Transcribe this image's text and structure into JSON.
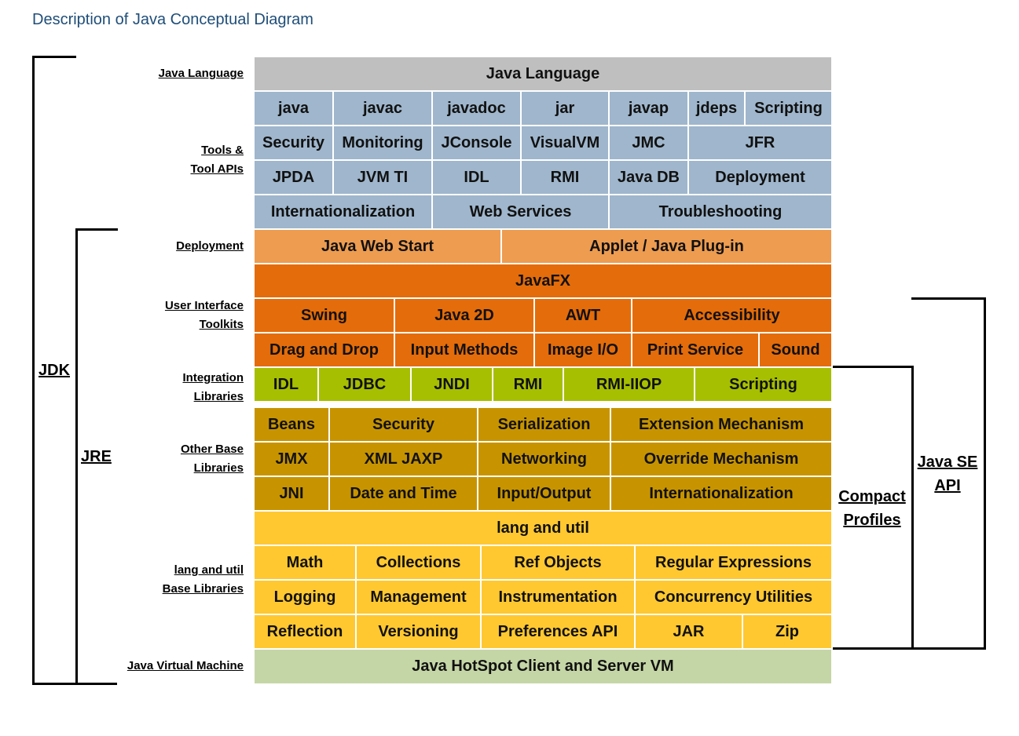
{
  "title": "Description of Java Conceptual Diagram",
  "layer_labels": {
    "java_language": "Java Language",
    "tools_1": "Tools &",
    "tools_2": "Tool APIs",
    "deployment": "Deployment",
    "ui_1": "User Interface",
    "ui_2": "Toolkits",
    "integration_1": "Integration",
    "integration_2": "Libraries",
    "other_1": "Other Base",
    "other_2": "Libraries",
    "lang_1": "lang and util",
    "lang_2": "Base Libraries",
    "jvm": "Java Virtual Machine"
  },
  "side_labels": {
    "jdk": "JDK",
    "jre": "JRE",
    "compact_1": "Compact",
    "compact_2": "Profiles",
    "javase_1": "Java SE",
    "javase_2": "API"
  },
  "colors": {
    "language": "#bfbfbf",
    "tools": "#9fb6cc",
    "deployment": "#ed9c50",
    "ui": "#e46c0a",
    "integration": "#a6bf00",
    "other": "#c79400",
    "lang": "#ffc830",
    "jvm": "#c5d6a6"
  },
  "cells": {
    "java_language": "Java Language",
    "java": "java",
    "javac": "javac",
    "javadoc": "javadoc",
    "jar": "jar",
    "javap": "javap",
    "jdeps": "jdeps",
    "scripting_tool": "Scripting",
    "security_tool": "Security",
    "monitoring": "Monitoring",
    "jconsole": "JConsole",
    "visualvm": "VisualVM",
    "jmc": "JMC",
    "jfr": "JFR",
    "jpda": "JPDA",
    "jvmti": "JVM TI",
    "idl_tool": "IDL",
    "rmi_tool": "RMI",
    "javadb": "Java DB",
    "deployment_tool": "Deployment",
    "i18n_tool": "Internationalization",
    "webservices": "Web Services",
    "troubleshooting": "Troubleshooting",
    "webstart": "Java Web Start",
    "applet": "Applet / Java Plug-in",
    "javafx": "JavaFX",
    "swing": "Swing",
    "java2d": "Java 2D",
    "awt": "AWT",
    "accessibility": "Accessibility",
    "dnd": "Drag and Drop",
    "input_methods": "Input Methods",
    "imageio": "Image I/O",
    "print_service": "Print Service",
    "sound": "Sound",
    "idl": "IDL",
    "jdbc": "JDBC",
    "jndi": "JNDI",
    "rmi": "RMI",
    "rmi_iiop": "RMI-IIOP",
    "scripting": "Scripting",
    "beans": "Beans",
    "security": "Security",
    "serialization": "Serialization",
    "extension": "Extension Mechanism",
    "jmx": "JMX",
    "xml_jaxp": "XML JAXP",
    "networking": "Networking",
    "override": "Override Mechanism",
    "jni": "JNI",
    "datetime": "Date and Time",
    "inputoutput": "Input/Output",
    "i18n": "Internationalization",
    "lang_util": "lang and util",
    "math": "Math",
    "collections": "Collections",
    "refobjects": "Ref Objects",
    "regex": "Regular Expressions",
    "logging": "Logging",
    "management": "Management",
    "instrumentation": "Instrumentation",
    "concurrency": "Concurrency Utilities",
    "reflection": "Reflection",
    "versioning": "Versioning",
    "preferences": "Preferences API",
    "jar_lib": "JAR",
    "zip": "Zip",
    "hotspot": "Java HotSpot Client and Server VM"
  }
}
